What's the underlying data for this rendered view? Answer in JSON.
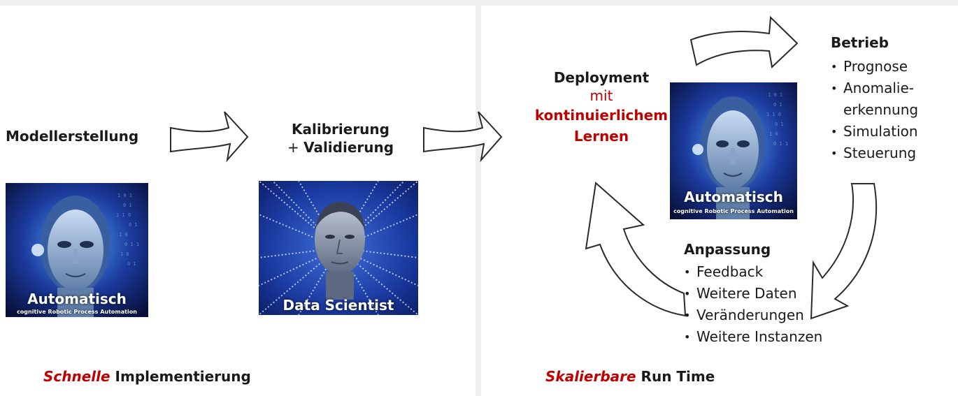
{
  "left": {
    "step1_title": "Modellerstellung",
    "step2_title_line1": "Kalibrierung",
    "step2_title_plus": "+ ",
    "step2_title_line2": "Validierung",
    "robot_tile": {
      "caption": "Automatisch",
      "subcaption": "cognitive Robotic Process Automation"
    },
    "scientist_tile": {
      "caption": "Data Scientist"
    },
    "footer_emphasis": "Schnelle",
    "footer_rest": " Implementierung"
  },
  "right": {
    "deployment_title": "Deployment",
    "deployment_mit": "mit",
    "deployment_line2": "kontinuierlichem",
    "deployment_line3": "Lernen",
    "robot_tile": {
      "caption": "Automatisch",
      "subcaption": "cognitive Robotic Process Automation"
    },
    "betrieb": {
      "title": "Betrieb",
      "items": [
        "Prognose",
        "Anomalie-",
        "Simulation",
        "Steuerung"
      ],
      "continuation": "erkennung"
    },
    "anpassung": {
      "title": "Anpassung",
      "items": [
        "Feedback",
        "Weitere Daten",
        "Veränderungen",
        "Weitere Instanzen"
      ]
    },
    "footer_emphasis": "Skalierbare",
    "footer_rest": " Run Time"
  },
  "colors": {
    "accent_red": "#c00000",
    "tile_blue_dark": "#08103a",
    "tile_blue_light": "#4fa8ff"
  }
}
